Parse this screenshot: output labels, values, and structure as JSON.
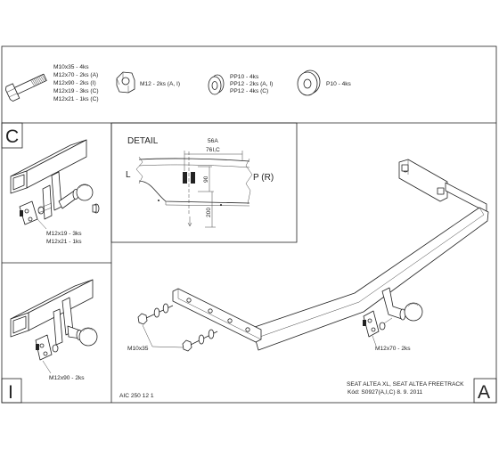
{
  "parts": {
    "bolt_labels": [
      "M10x35 - 4ks",
      "M12x70 - 2ks (A)",
      "M12x90 - 2ks (I)",
      "M12x19 - 3ks (C)",
      "M12x21 - 1ks (C)"
    ],
    "nut_label": "M12 - 2ks (A, I)",
    "washer_pp_labels": [
      "PP10 - 4ks",
      "PP12 - 2ks (A, I)",
      "PP12 - 4ks (C)"
    ],
    "washer_p_label": "P10 - 4ks"
  },
  "panel_c": {
    "letter": "C",
    "labels": [
      "M12x19 - 3ks",
      "M12x21 - 1ks"
    ]
  },
  "detail": {
    "title": "DETAIL",
    "dim_a": "56A",
    "dim_ic": "76I,C",
    "left_side": "L",
    "right_side": "P (R)",
    "dim_90": "90",
    "dim_200": "200"
  },
  "panel_i": {
    "letter": "I",
    "label": "M12x90 - 2ks"
  },
  "main": {
    "letter": "A",
    "bolt_label": "M10x35",
    "ball_label": "M12x70 - 2ks"
  },
  "title_block": {
    "vehicle": "SEAT ALTEA XL, SEAT ALTEA FREETRACK",
    "code": "Kód: S0927(A,I,C)  8. 9. 2011",
    "drawing_no": "AIC 250 12 1"
  }
}
